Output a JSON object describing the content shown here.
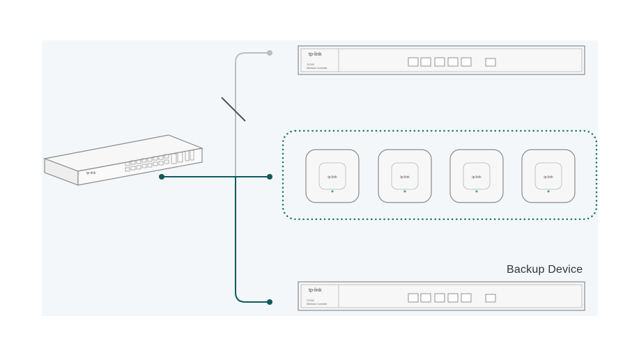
{
  "brand": "tp-link",
  "labels": {
    "backup_device": "Backup Device"
  },
  "devices": {
    "controller_top": {
      "model_line1": "OC200",
      "model_line2": "Wireless Controller"
    },
    "controller_bottom": {
      "model_line1": "OC200",
      "model_line2": "Wireless Controller"
    },
    "access_points": [
      {
        "brand": "tp-link"
      },
      {
        "brand": "tp-link"
      },
      {
        "brand": "tp-link"
      },
      {
        "brand": "tp-link"
      }
    ]
  },
  "colors": {
    "background_panel": "#f3f7fa",
    "active_link": "#0e5a5c",
    "inactive_link": "#bdbdbd",
    "dotted_group": "#1a7a5a",
    "device_stroke": "#8a8a8a",
    "device_fill": "#f7f7f7"
  },
  "icons": [
    "switch-icon",
    "controller-icon",
    "access-point-icon"
  ]
}
